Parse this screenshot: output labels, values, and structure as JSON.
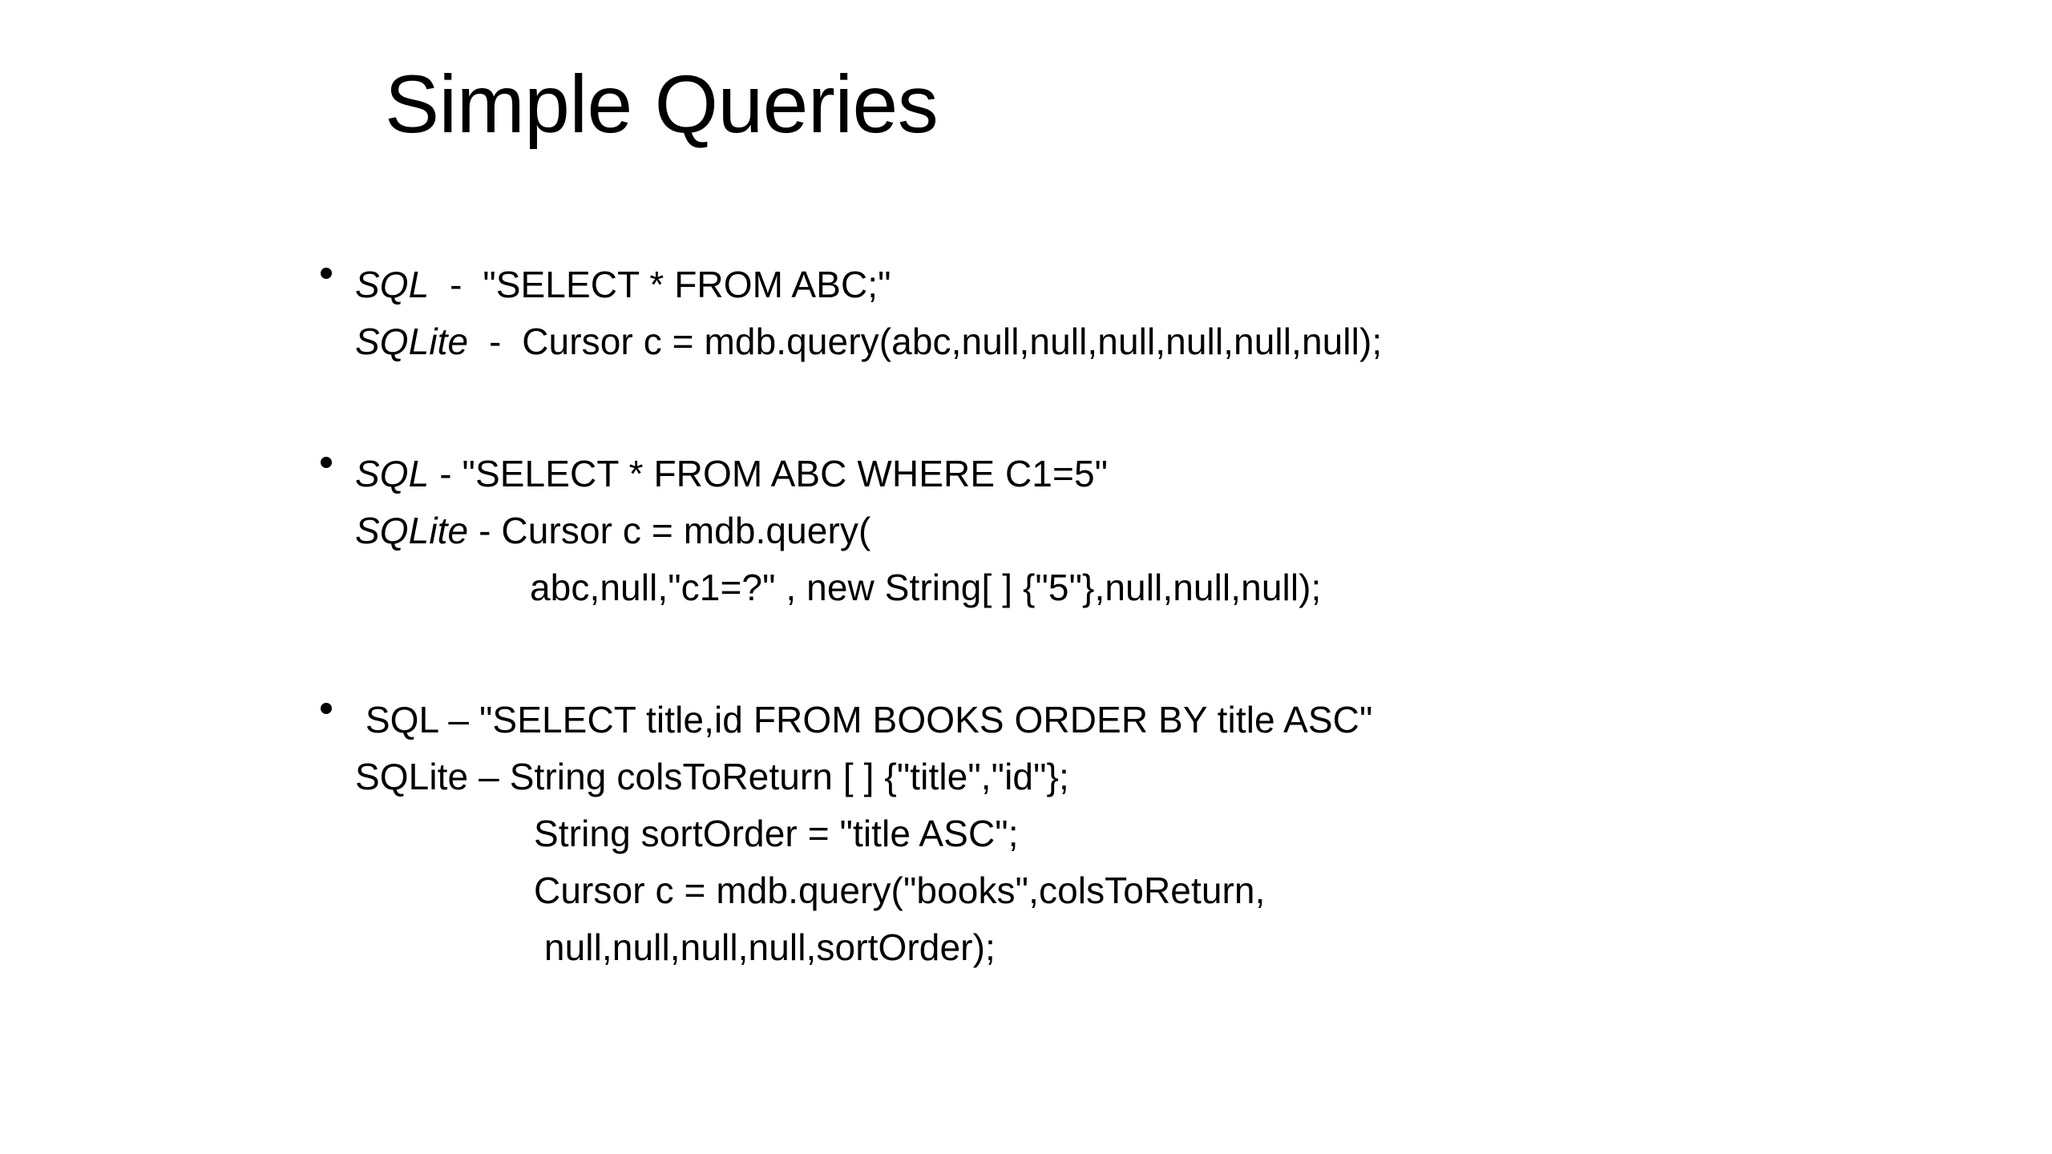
{
  "slide": {
    "title": "Simple Queries",
    "background_color": "#ffffff",
    "text_color": "#000000",
    "bullets": [
      {
        "marker": "bullet-dot",
        "lines": [
          {
            "lang": "SQL",
            "lang_style": "italic",
            "sep": "  -  ",
            "code": "\"SELECT * FROM ABC;\"",
            "indent": 0
          },
          {
            "lang": "SQLite",
            "lang_style": "italic",
            "sep": "  -  ",
            "code": "Cursor c = mdb.query(abc,null,null,null,null,null,null);",
            "indent": 0
          }
        ]
      },
      {
        "marker": "bullet-dot",
        "lines": [
          {
            "lang": "SQL",
            "lang_style": "italic",
            "sep": " - ",
            "code": "\"SELECT * FROM ABC WHERE C1=5\"",
            "indent": 0
          },
          {
            "lang": "SQLite",
            "lang_style": "italic",
            "sep": " - ",
            "code": "Cursor c = mdb.query(",
            "indent": 0
          },
          {
            "lang": "",
            "lang_style": "plain",
            "sep": "",
            "code": "abc,null,\"c1=?\" , new String[ ] {\"5\"},null,null,null);",
            "indent": 2
          }
        ]
      },
      {
        "marker": "bullet-dot",
        "lines": [
          {
            "lang": " SQL",
            "lang_style": "plain",
            "sep": " – ",
            "code": "\"SELECT title,id FROM BOOKS ORDER BY title ASC\"",
            "indent": 0
          },
          {
            "lang": "SQLite",
            "lang_style": "plain",
            "sep": " – ",
            "code": "String colsToReturn [ ] {\"title\",\"id\"};",
            "indent": 0
          },
          {
            "lang": "",
            "lang_style": "plain",
            "sep": "",
            "code": "String sortOrder = \"title ASC\";",
            "indent": 3
          },
          {
            "lang": "",
            "lang_style": "plain",
            "sep": "",
            "code": "Cursor c = mdb.query(\"books\",colsToReturn,",
            "indent": 3
          },
          {
            "lang": "",
            "lang_style": "plain",
            "sep": "",
            "code": " null,null,null,null,sortOrder);",
            "indent": 3
          }
        ]
      }
    ]
  }
}
